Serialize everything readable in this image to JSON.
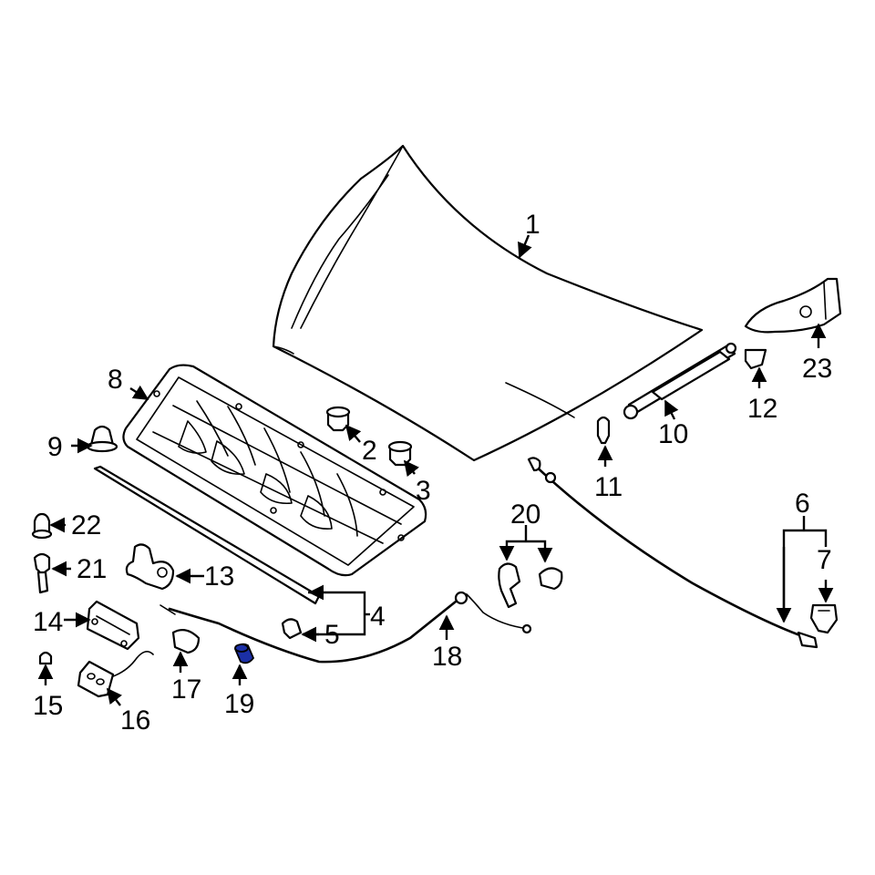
{
  "diagram": {
    "accent_color": "#1b2fa6",
    "highlighted_part": "19",
    "callouts": [
      "1",
      "2",
      "3",
      "4",
      "5",
      "6",
      "7",
      "8",
      "9",
      "10",
      "11",
      "12",
      "13",
      "14",
      "15",
      "16",
      "17",
      "18",
      "19",
      "20",
      "21",
      "22",
      "23"
    ]
  }
}
